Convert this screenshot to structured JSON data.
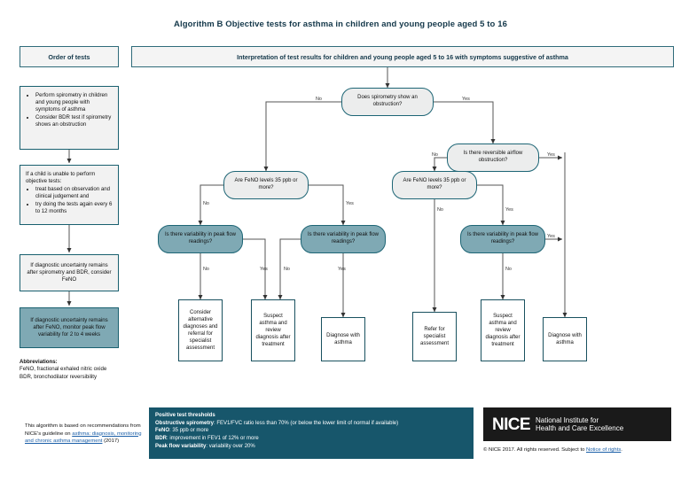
{
  "title": "Algorithm B Objective tests for asthma in children and young people aged 5 to 16",
  "headers": {
    "order": "Order of tests",
    "interpretation": "Interpretation of test results for children and young people aged 5 to 16 with symptoms suggestive of asthma"
  },
  "order_boxes": [
    {
      "id": "box-spirometry",
      "bullets": [
        "Perform spirometry in children and young people with symptoms of asthma",
        "Consider BDR test if spirometry shows an obstruction"
      ]
    },
    {
      "id": "box-unable",
      "lead": "If a child is unable to perform objective tests:",
      "bullets": [
        "treat based on observation and clinical judgement and",
        "try doing the tests again every 6 to 12 months"
      ]
    },
    {
      "id": "box-feno",
      "text": "If diagnostic uncertainty remains after spirometry and BDR, consider FeNO"
    },
    {
      "id": "box-peakflow",
      "text": "If diagnostic uncertainty remains after FeNO, monitor peak flow variability for 2 to 4 weeks"
    }
  ],
  "abbreviations": {
    "heading": "Abbreviations:",
    "lines": [
      "FeNO, fractional exhaled nitric oxide",
      "BDR, bronchodilator reversibility"
    ]
  },
  "flow": {
    "decisions": {
      "spirometry": "Does spirometry show an obstruction?",
      "reversible": "Is there reversible airflow obstruction?",
      "feno_left": "Are FeNO levels 35 ppb or more?",
      "feno_right": "Are FeNO levels 35 ppb or more?",
      "peak_left": "Is there variability in peak flow readings?",
      "peak_mid": "Is there variability in peak flow readings?",
      "peak_right": "Is there variability in peak flow readings?"
    },
    "terminals": {
      "consider_alt": "Consider alternative diagnoses and referral for specialist assessment",
      "suspect_left": "Suspect asthma and review diagnosis after treatment",
      "diagnose_left": "Diagnose with asthma",
      "refer": "Refer for specialist assessment",
      "suspect_right": "Suspect asthma and review diagnosis after treatment",
      "diagnose_right": "Diagnose with asthma"
    },
    "labels": {
      "no": "No",
      "yes": "Yes"
    }
  },
  "thresholds": {
    "title": "Positive test thresholds",
    "items": [
      {
        "label": "Obstructive spirometry",
        "value": ": FEV1/FVC ratio less than 70% (or below the lower limit of normal if available)"
      },
      {
        "label": "FeNO",
        "value": ": 35 ppb or more"
      },
      {
        "label": "BDR",
        "value": ": improvement in FEV1 of 12% or more"
      },
      {
        "label": "Peak flow variability",
        "value": ": variability over 20%"
      }
    ]
  },
  "source_note": {
    "line1": "This algorithm is based on",
    "line2": "recommendations from NICE's guideline",
    "line3_prefix": "on ",
    "link": "asthma: diagnosis, monitoring and chronic asthma management",
    "line3_suffix": " (2017)"
  },
  "nice": {
    "wordmark": "NICE",
    "sub_line1": "National Institute for",
    "sub_line2": "Health and Care Excellence",
    "copyright_prefix": "© NICE 2017. All rights reserved. Subject to ",
    "copyright_link": "Notice of rights",
    "copyright_suffix": "."
  },
  "colors": {
    "teal_dark": "#17566b",
    "teal_border": "#1d6575",
    "teal_fill": "#7fa9b4",
    "grey_fill": "#eceded",
    "link": "#1b5fa8"
  }
}
